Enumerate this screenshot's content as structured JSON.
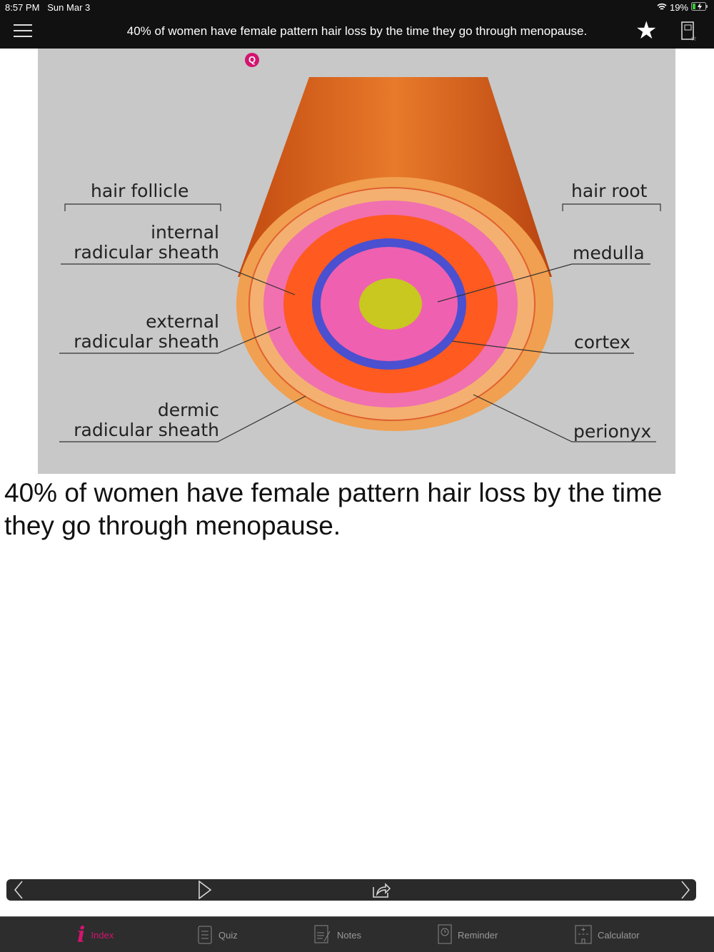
{
  "status": {
    "time": "8:57 PM",
    "date": "Sun Mar 3",
    "battery": "19%"
  },
  "header": {
    "title": "40% of women have female pattern hair loss by the time they go through menopause."
  },
  "figure": {
    "badge": "Q",
    "labels_left": [
      "hair follicle",
      "internal",
      "radicular sheath",
      "external",
      "radicular sheath",
      "dermic",
      "radicular sheath"
    ],
    "labels_right": [
      "hair root",
      "medulla",
      "cortex",
      "perionyx"
    ]
  },
  "caption": "40% of women have female pattern hair loss by the time they go through menopause.",
  "tabs": [
    {
      "label": "Index"
    },
    {
      "label": "Quiz"
    },
    {
      "label": "Notes"
    },
    {
      "label": "Reminder"
    },
    {
      "label": "Calculator"
    }
  ],
  "colors": {
    "accent": "#d3146f"
  }
}
